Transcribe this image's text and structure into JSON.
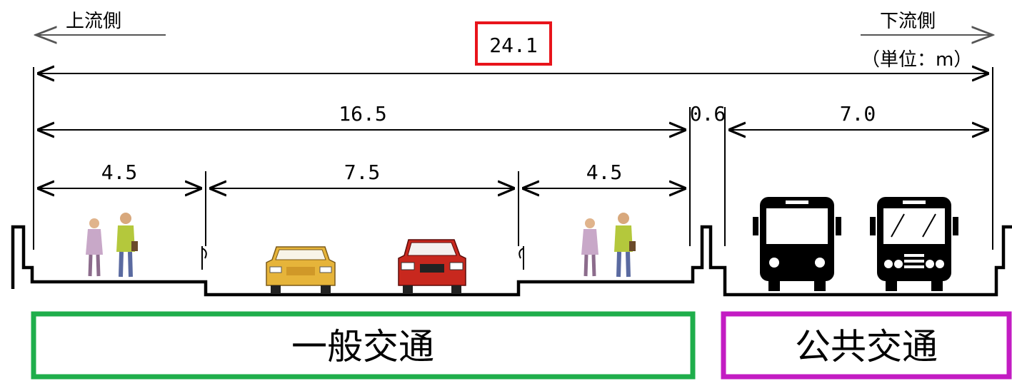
{
  "direction": {
    "upstream": "上流側",
    "downstream": "下流側",
    "unit": "（単位：m）"
  },
  "dimensions": {
    "total": "24.1",
    "general_section": "16.5",
    "median": "0.6",
    "transit_section": "7.0",
    "left_sidewalk": "4.5",
    "roadway": "7.5",
    "right_sidewalk": "4.5"
  },
  "zones": {
    "general": "一般交通",
    "transit": "公共交通"
  },
  "colors": {
    "total_box": "#e8141b",
    "general_box": "#1fae4b",
    "transit_box": "#c31cc3",
    "car_yellow": "#e6b43a",
    "car_red": "#c8281e"
  }
}
